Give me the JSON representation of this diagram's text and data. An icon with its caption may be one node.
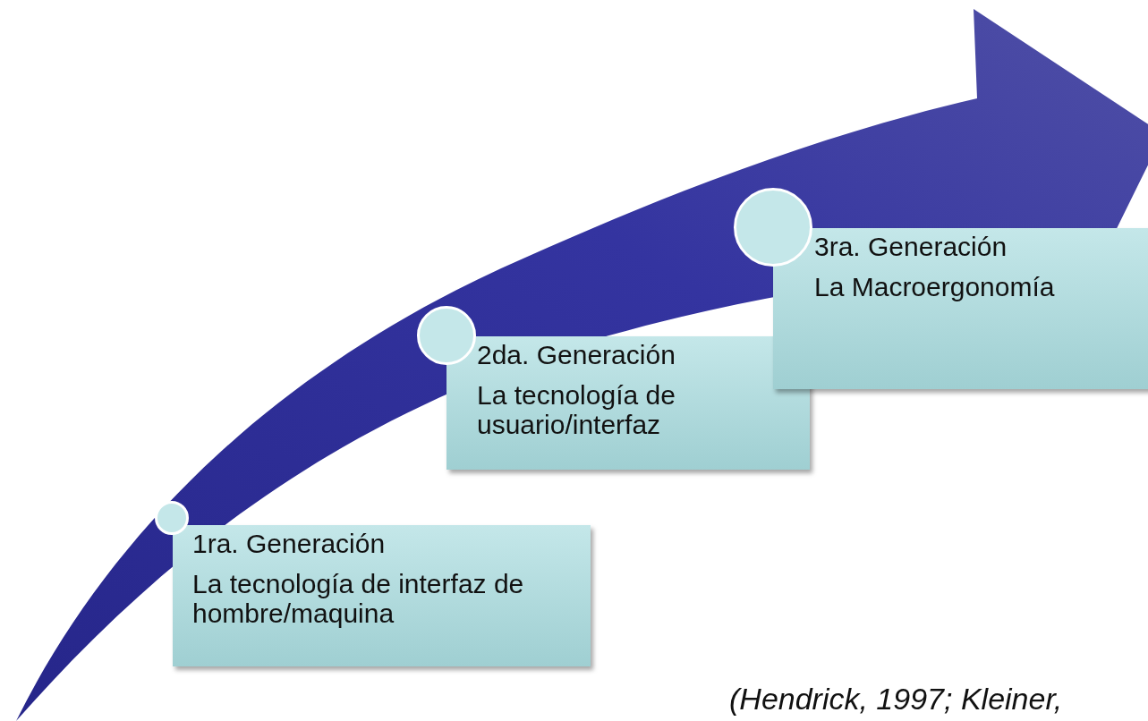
{
  "diagram": {
    "nodes": [
      {
        "text": [
          "1ra. Generación",
          "La tecnología de interfaz de hombre/maquina"
        ]
      },
      {
        "text": [
          "2da. Generación",
          "La tecnología de usuario/interfaz"
        ]
      },
      {
        "text": [
          "3ra. Generación",
          "La Macroergonomía"
        ]
      },
      {
        "text": [],
        "shape": "circle"
      },
      {
        "text": [],
        "shape": "circle"
      },
      {
        "text": [],
        "shape": "circle"
      }
    ],
    "labels": [
      "(Hendrick, 1997; Kleiner,"
    ]
  }
}
